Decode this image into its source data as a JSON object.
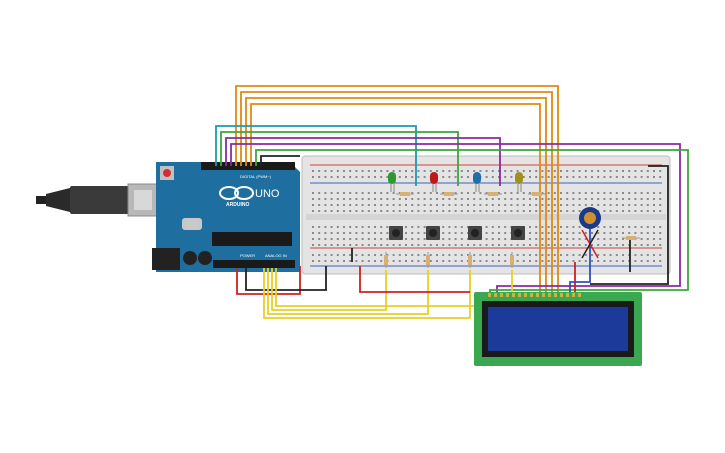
{
  "arduino": {
    "brand": "ARDUINO",
    "model": "UNO",
    "digital_label": "DIGITAL (PWM~)",
    "power_label": "POWER",
    "analog_label": "ANALOG IN"
  },
  "components": {
    "leds": [
      {
        "color": "#2e9a2e"
      },
      {
        "color": "#c01818"
      },
      {
        "color": "#1f6fa8"
      },
      {
        "color": "#a0901c"
      }
    ],
    "buttons": 4,
    "resistors": 9
  },
  "wire_colors": {
    "orange": "#e08a10",
    "purple": "#8a2aa0",
    "teal": "#1a9bb0",
    "green": "#3aa83a",
    "red": "#d02020",
    "black": "#222222",
    "yellow": "#e8d020",
    "blue": "#3050c0"
  }
}
